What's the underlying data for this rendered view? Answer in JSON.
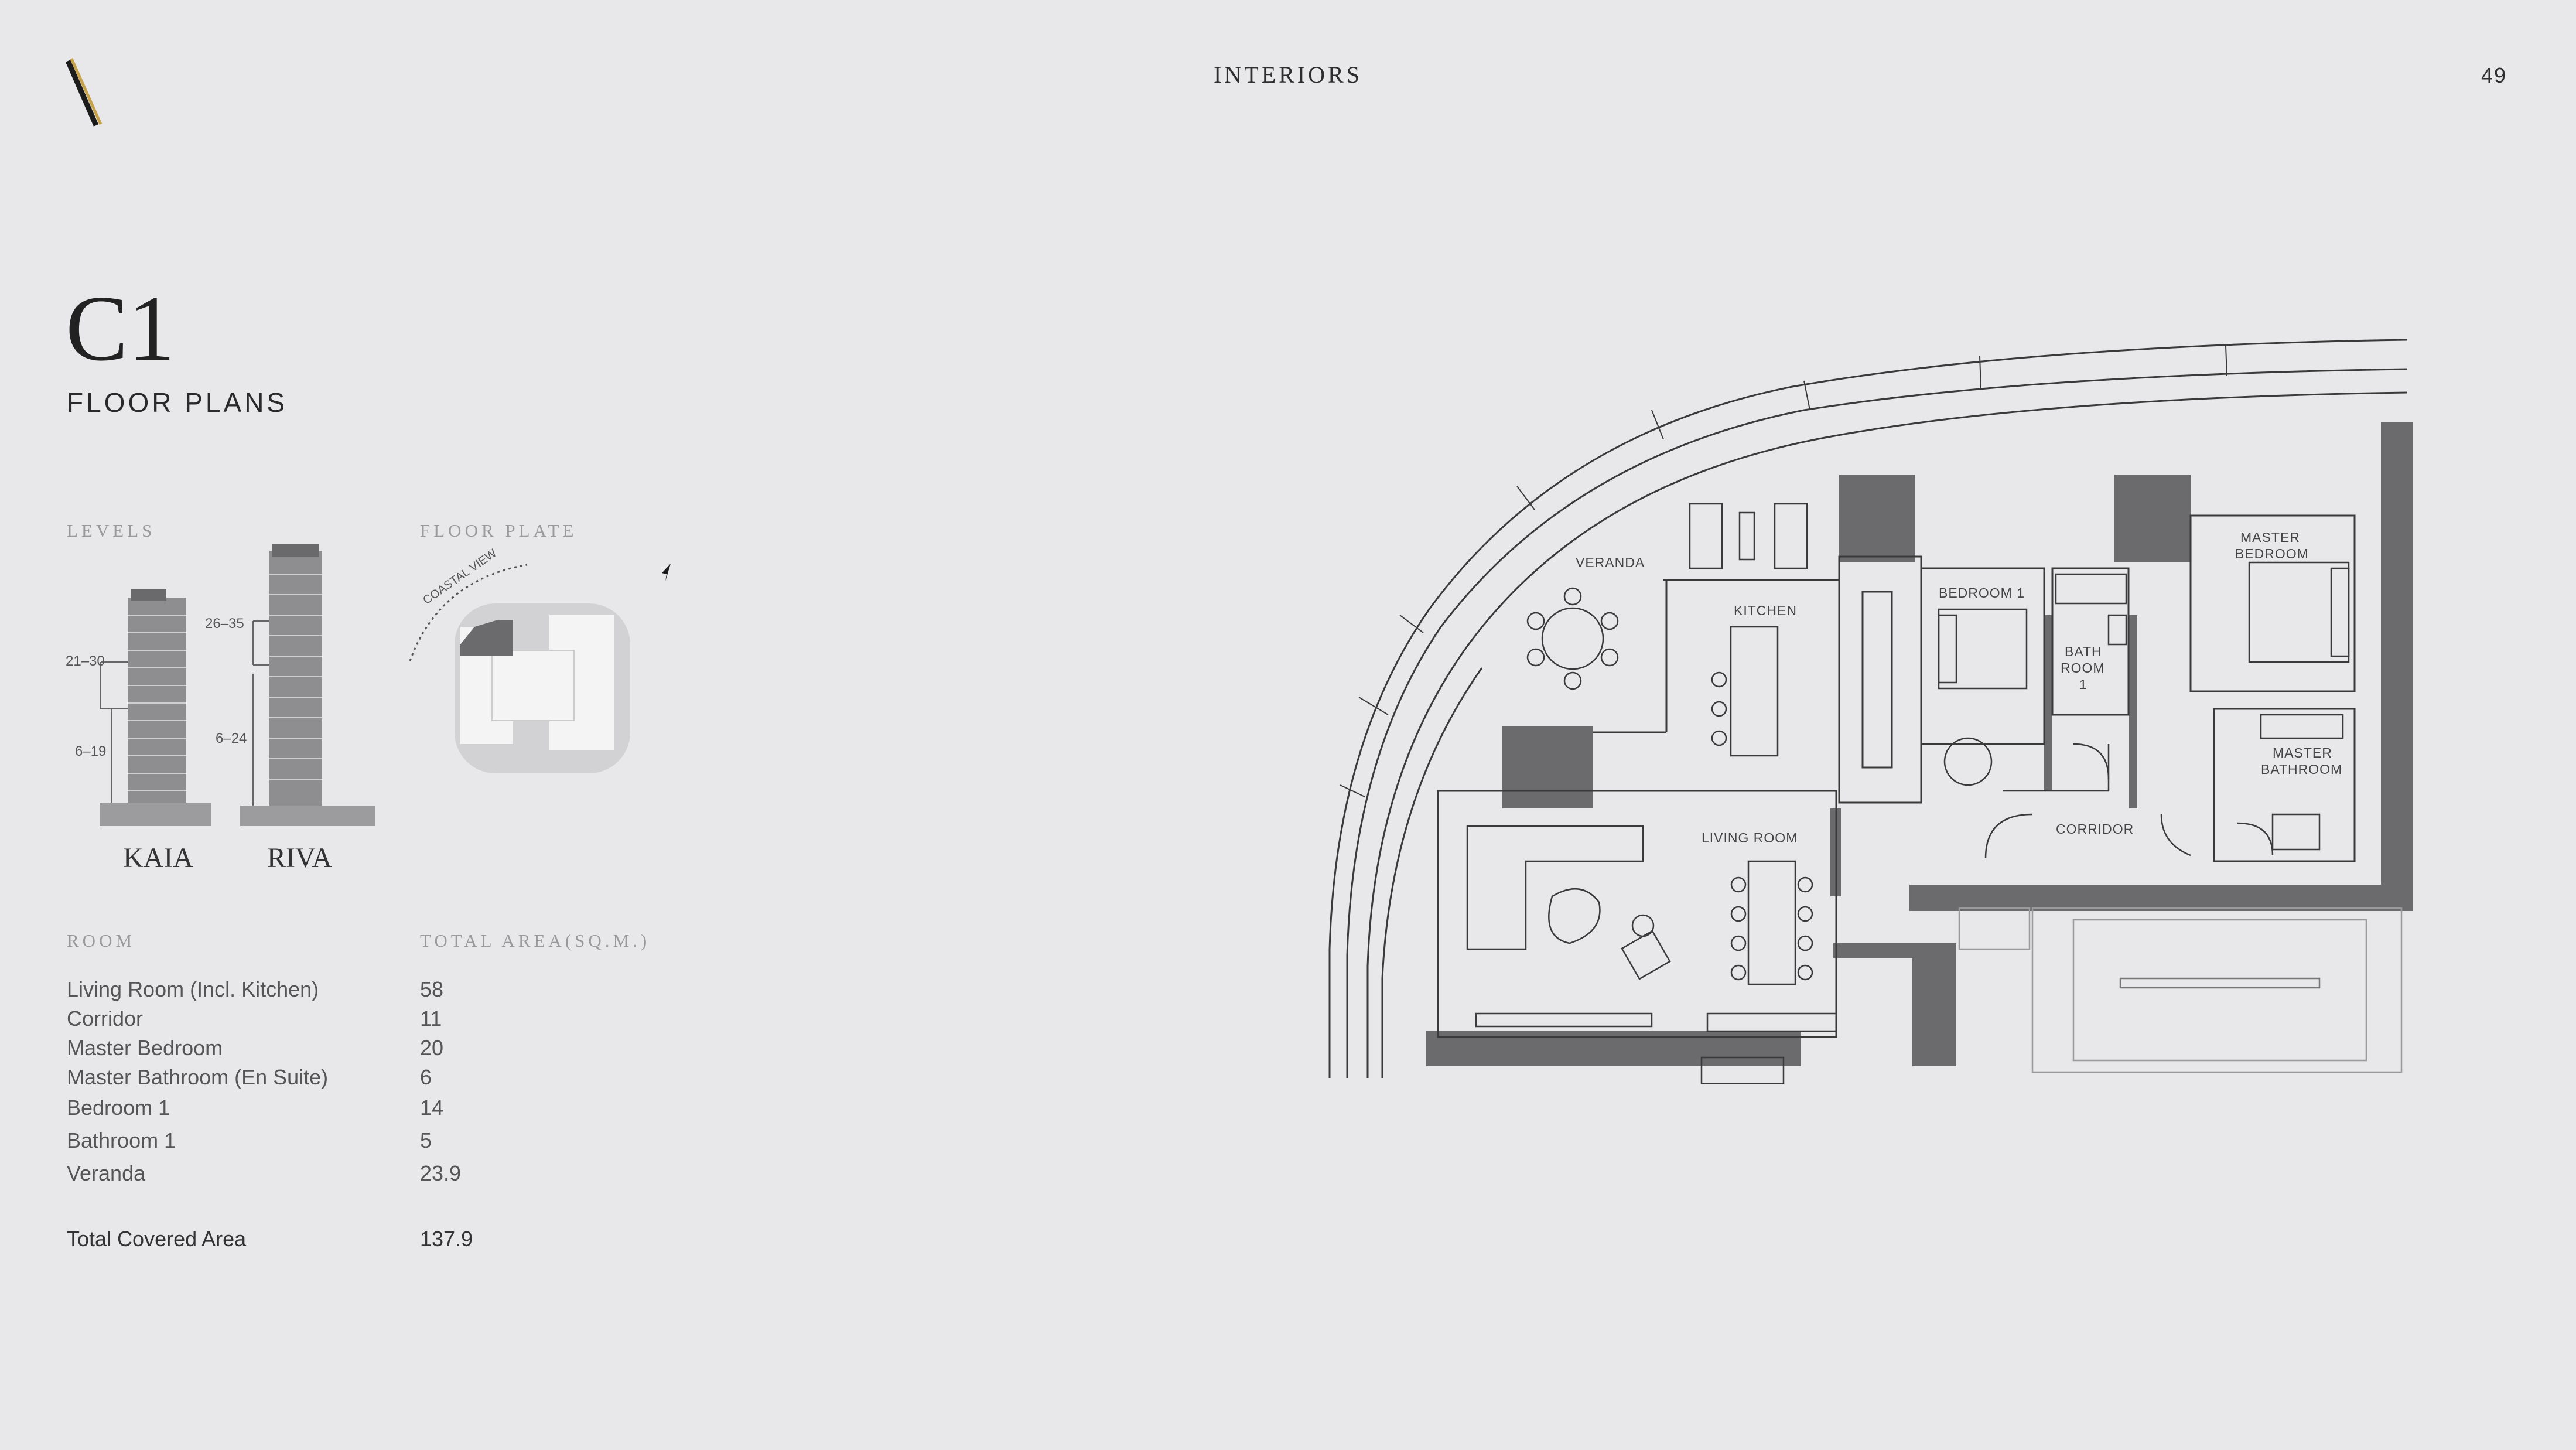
{
  "header": {
    "section_title": "INTERIORS",
    "page_number": "49"
  },
  "unit": {
    "code": "C1",
    "subtitle": "FLOOR PLANS"
  },
  "levels": {
    "label": "LEVELS",
    "towers": [
      {
        "name": "KAIA",
        "ranges": [
          "21–30",
          "6–19"
        ]
      },
      {
        "name": "RIVA",
        "ranges": [
          "26–35",
          "6–24"
        ]
      }
    ]
  },
  "floor_plate": {
    "label": "FLOOR PLATE",
    "view_label": "COASTAL VIEW"
  },
  "area_table": {
    "room_header": "ROOM",
    "area_header": "TOTAL AREA(SQ.M.)",
    "rows": [
      {
        "room": "Living Room (Incl. Kitchen)",
        "area": "58"
      },
      {
        "room": "Corridor",
        "area": "11"
      },
      {
        "room": "Master Bedroom",
        "area": "20"
      },
      {
        "room": "Master Bathroom (En Suite)",
        "area": "6"
      },
      {
        "room": "Bedroom 1",
        "area": "14"
      },
      {
        "room": "Bathroom 1",
        "area": "5"
      },
      {
        "room": "Veranda",
        "area": "23.9"
      }
    ],
    "total": {
      "room": "Total Covered Area",
      "area": "137.9"
    }
  },
  "floor_plan_labels": {
    "veranda": "VERANDA",
    "kitchen": "KITCHEN",
    "bedroom1": "BEDROOM 1",
    "bath_line1": "BATH",
    "bath_line2": "ROOM",
    "bath_line3": "1",
    "master_bed_line1": "MASTER",
    "master_bed_line2": "BEDROOM",
    "master_bath_line1": "MASTER",
    "master_bath_line2": "BATHROOM",
    "corridor": "CORRIDOR",
    "living_room": "LIVING ROOM"
  },
  "colors": {
    "background": "#e8e8ea",
    "wall": "#6b6b6d",
    "line": "#3a3a3a",
    "accent_gold": "#c8a24a"
  }
}
